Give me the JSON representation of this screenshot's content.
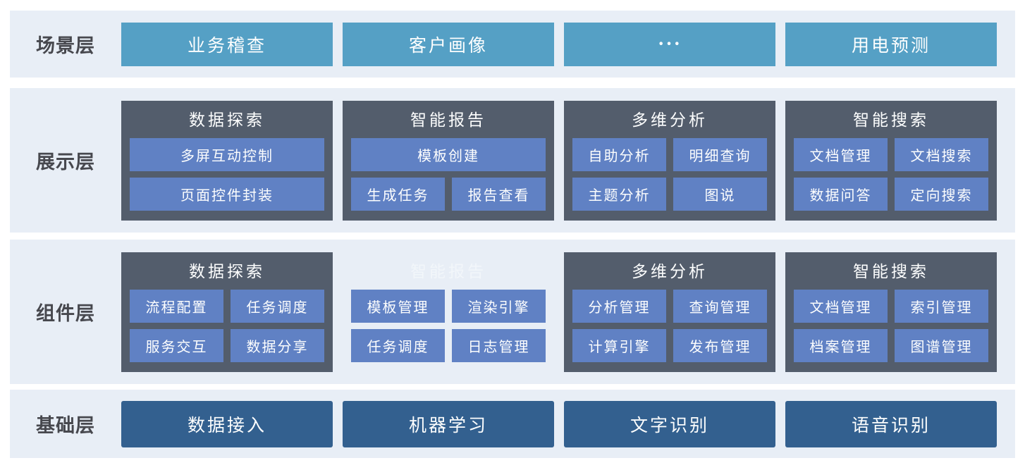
{
  "colors": {
    "band_background": "#e8eef6",
    "scene_button": "#55a0c5",
    "card_background": "#535d6c",
    "item_button": "#6081c4",
    "base_button": "#33608f",
    "layer_label_text": "#47484e",
    "ghost_title_text": "#f2f6fa",
    "button_text": "#fdfefe"
  },
  "scene_layer": {
    "label": "场景层",
    "buttons": [
      "业务稽查",
      "客户画像",
      "···",
      "用电预测"
    ]
  },
  "display_layer": {
    "label": "展示层",
    "cards": [
      {
        "title": "数据探索",
        "rows": [
          [
            "多屏互动控制"
          ],
          [
            "页面控件封装"
          ]
        ]
      },
      {
        "title": "智能报告",
        "rows": [
          [
            "模板创建"
          ],
          [
            "生成任务",
            "报告查看"
          ]
        ]
      },
      {
        "title": "多维分析",
        "rows": [
          [
            "自助分析",
            "明细查询"
          ],
          [
            "主题分析",
            "图说"
          ]
        ]
      },
      {
        "title": "智能搜索",
        "rows": [
          [
            "文档管理",
            "文档搜索"
          ],
          [
            "数据问答",
            "定向搜索"
          ]
        ]
      }
    ]
  },
  "component_layer": {
    "label": "组件层",
    "cards": [
      {
        "title": "数据探索",
        "rows": [
          [
            "流程配置",
            "任务调度"
          ],
          [
            "服务交互",
            "数据分享"
          ]
        ]
      },
      {
        "title": "智能报告",
        "ghost": true,
        "rows": [
          [
            "模板管理",
            "渲染引擎"
          ],
          [
            "任务调度",
            "日志管理"
          ]
        ]
      },
      {
        "title": "多维分析",
        "rows": [
          [
            "分析管理",
            "查询管理"
          ],
          [
            "计算引擎",
            "发布管理"
          ]
        ]
      },
      {
        "title": "智能搜索",
        "rows": [
          [
            "文档管理",
            "索引管理"
          ],
          [
            "档案管理",
            "图谱管理"
          ]
        ]
      }
    ]
  },
  "base_layer": {
    "label": "基础层",
    "buttons": [
      "数据接入",
      "机器学习",
      "文字识别",
      "语音识别"
    ]
  }
}
